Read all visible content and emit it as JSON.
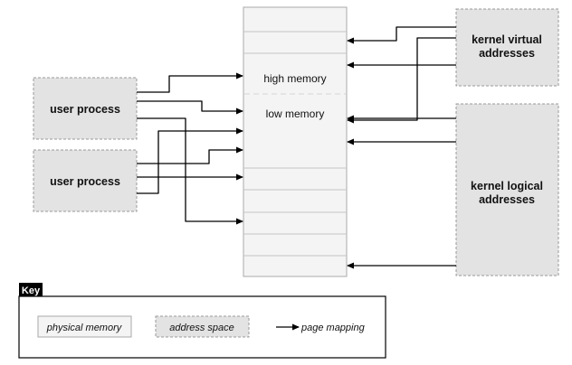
{
  "physical_memory": {
    "high_label": "high memory",
    "low_label": "low memory"
  },
  "user_processes": [
    {
      "label": "user process"
    },
    {
      "label": "user process"
    }
  ],
  "kernel_virtual": {
    "line1": "kernel virtual",
    "line2": "addresses"
  },
  "kernel_logical": {
    "line1": "kernel logical",
    "line2": "addresses"
  },
  "key": {
    "title": "Key",
    "physical_memory": "physical memory",
    "address_space": "address space",
    "page_mapping": "page mapping"
  },
  "colors": {
    "physical_fill": "#f4f4f4",
    "address_space_fill": "#e3e3e3",
    "border": "#999999",
    "line": "#000000"
  }
}
